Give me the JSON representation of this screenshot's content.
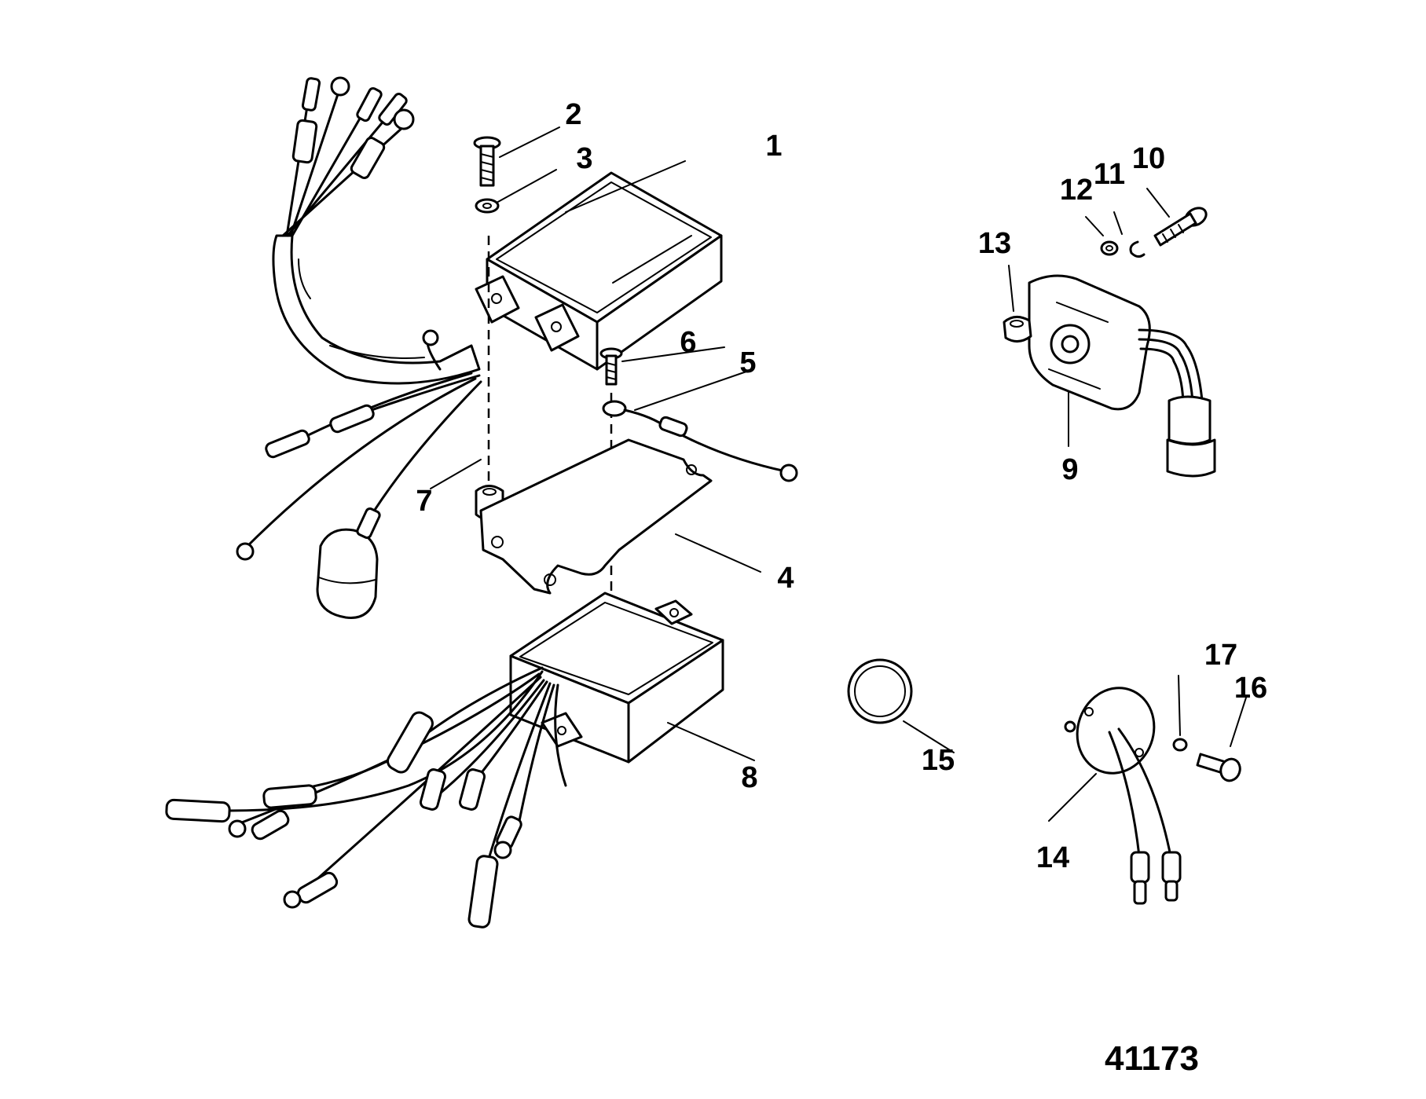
{
  "callouts": {
    "c1": "1",
    "c2": "2",
    "c3": "3",
    "c4": "4",
    "c5": "5",
    "c6": "6",
    "c7": "7",
    "c8": "8",
    "c9": "9",
    "c10": "10",
    "c11": "11",
    "c12": "12",
    "c13": "13",
    "c14": "14",
    "c15": "15",
    "c16": "16",
    "c17": "17"
  },
  "figure_number": "41173"
}
